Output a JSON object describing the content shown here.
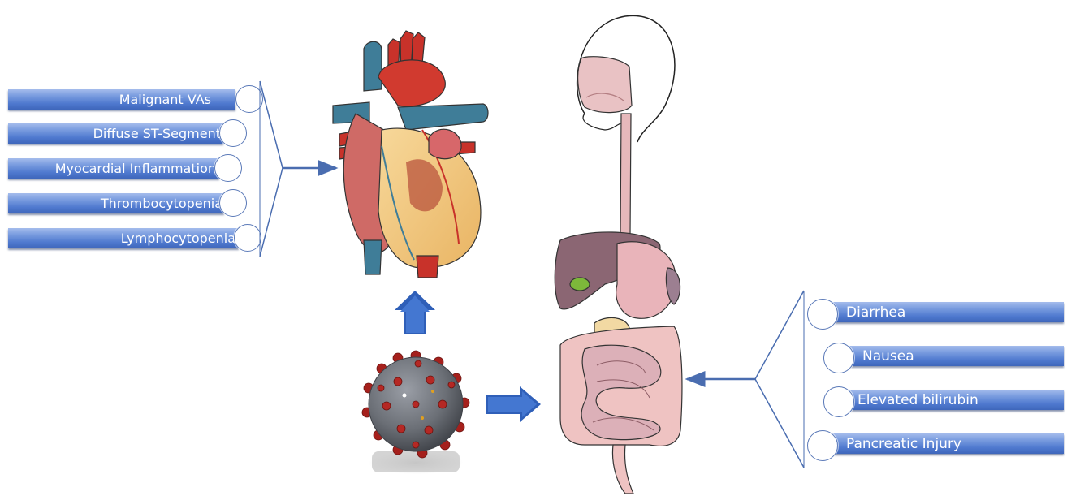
{
  "left_effects": [
    "Malignant VAs",
    "Diffuse ST-Segment",
    "Myocardial Inflammation",
    "Thrombocytopenia",
    "Lymphocytopenia"
  ],
  "right_effects": [
    "Diarrhea",
    "Nausea",
    "Elevated bilirubin",
    "Pancreatic Injury"
  ],
  "colors": {
    "arrow_blue": "#3c6cc4",
    "bar_blue": "#4f79cf",
    "connector": "#4a6db0",
    "heart_red": "#c8322a",
    "heart_muscle": "#f2c77a",
    "vessel_blue": "#3f7d98",
    "virus_gray": "#6b6f76",
    "virus_spike": "#a5201c",
    "organ_pink": "#e9c2c4"
  }
}
